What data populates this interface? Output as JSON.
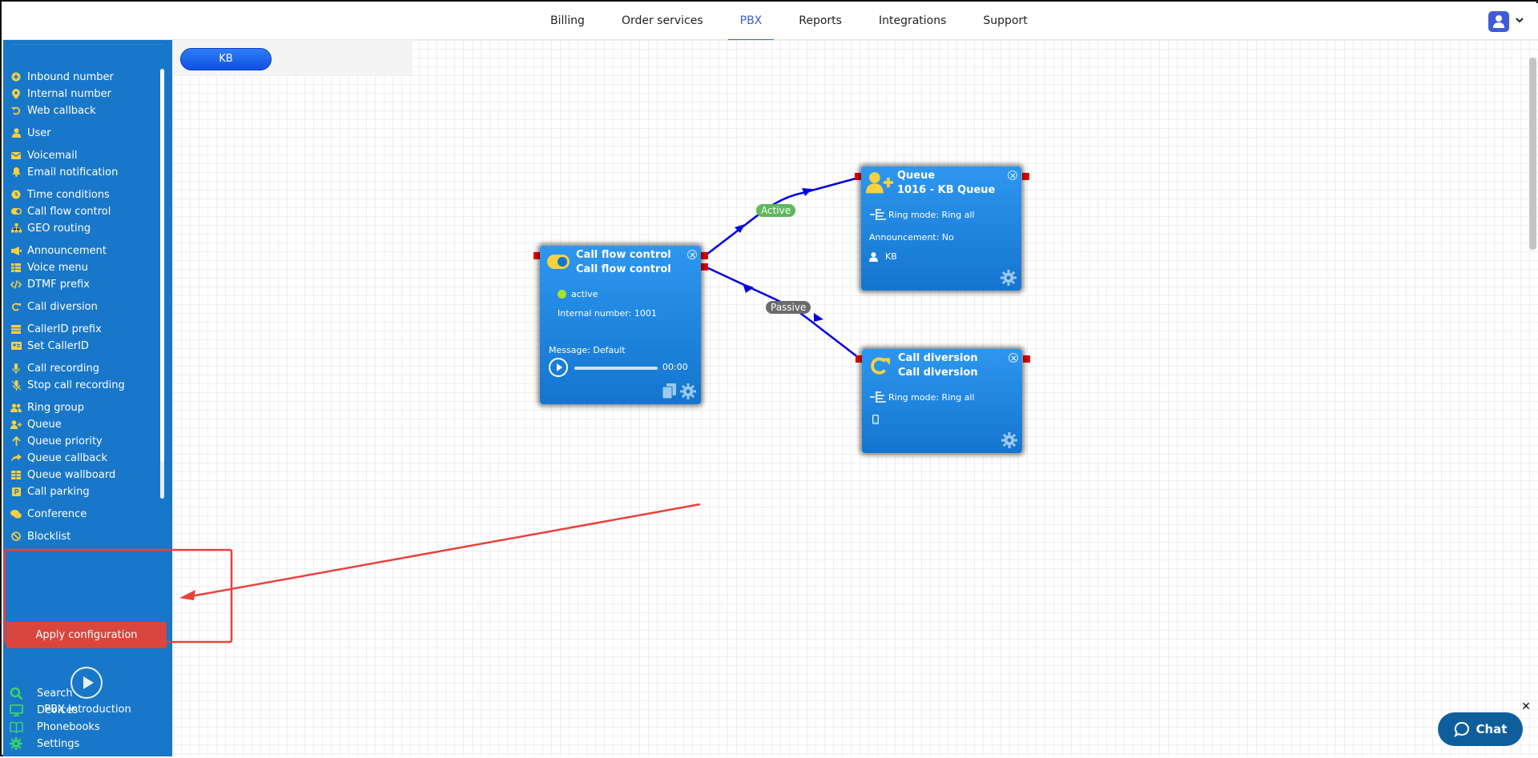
{
  "topnav": {
    "tabs": [
      {
        "label": "Billing",
        "active": false
      },
      {
        "label": "Order services",
        "active": false
      },
      {
        "label": "PBX",
        "active": true
      },
      {
        "label": "Reports",
        "active": false
      },
      {
        "label": "Integrations",
        "active": false
      },
      {
        "label": "Support",
        "active": false
      }
    ],
    "accent_color": "#3f5bd9"
  },
  "sidebar": {
    "background": "#1877c9",
    "items": [
      {
        "label": "Inbound number",
        "icon": "plus-circle-icon"
      },
      {
        "label": "Internal number",
        "icon": "map-pin-icon"
      },
      {
        "label": "Web callback",
        "icon": "undo-icon"
      },
      {
        "label": "User",
        "icon": "user-icon"
      },
      {
        "label": "Voicemail",
        "icon": "envelope-icon"
      },
      {
        "label": "Email notification",
        "icon": "bell-icon"
      },
      {
        "label": "Time conditions",
        "icon": "clock-icon"
      },
      {
        "label": "Call flow control",
        "icon": "toggle-icon"
      },
      {
        "label": "GEO routing",
        "icon": "sitemap-icon"
      },
      {
        "label": "Announcement",
        "icon": "megaphone-icon"
      },
      {
        "label": "Voice menu",
        "icon": "grid-icon"
      },
      {
        "label": "DTMF prefix",
        "icon": "code-icon"
      },
      {
        "label": "Call diversion",
        "icon": "redo-icon"
      },
      {
        "label": "CallerID prefix",
        "icon": "list-icon"
      },
      {
        "label": "Set CallerID",
        "icon": "id-card-icon"
      },
      {
        "label": "Call recording",
        "icon": "microphone-icon"
      },
      {
        "label": "Stop call recording",
        "icon": "microphone-slash-icon"
      },
      {
        "label": "Ring group",
        "icon": "users-icon"
      },
      {
        "label": "Queue",
        "icon": "user-plus-icon"
      },
      {
        "label": "Queue priority",
        "icon": "arrow-up-icon"
      },
      {
        "label": "Queue callback",
        "icon": "share-icon"
      },
      {
        "label": "Queue wallboard",
        "icon": "table-icon"
      },
      {
        "label": "Call parking",
        "icon": "parking-icon"
      },
      {
        "label": "Conference",
        "icon": "comments-icon"
      },
      {
        "label": "Blocklist",
        "icon": "ban-icon"
      }
    ],
    "apply_label": "Apply configuration",
    "intro_label": "PBX Introduction",
    "tools": [
      {
        "label": "Search",
        "icon": "search-icon"
      },
      {
        "label": "Devices",
        "icon": "monitor-icon"
      },
      {
        "label": "Phonebooks",
        "icon": "book-icon"
      },
      {
        "label": "Settings",
        "icon": "gear-icon"
      }
    ]
  },
  "canvas": {
    "kb_label": "KB",
    "nodes": {
      "call_flow": {
        "title": "Call flow control",
        "subtitle": "Call flow control",
        "status": "active",
        "internal_number": "Internal number: 1001",
        "message": "Message: Default",
        "time": "00:00"
      },
      "queue": {
        "title": "Queue",
        "subtitle": "1016 - KB Queue",
        "ring_mode": "Ring mode: Ring all",
        "announcement": "Announcement: No",
        "member": "KB"
      },
      "diversion": {
        "title": "Call diversion",
        "subtitle": "Call diversion",
        "ring_mode": "Ring mode: Ring all"
      }
    },
    "edges": {
      "active_label": "Active",
      "passive_label": "Passive",
      "active_color": "#5cb85c",
      "passive_color": "#6b6b6b",
      "line_color": "#0000e0"
    }
  },
  "chat": {
    "label": "Chat"
  }
}
